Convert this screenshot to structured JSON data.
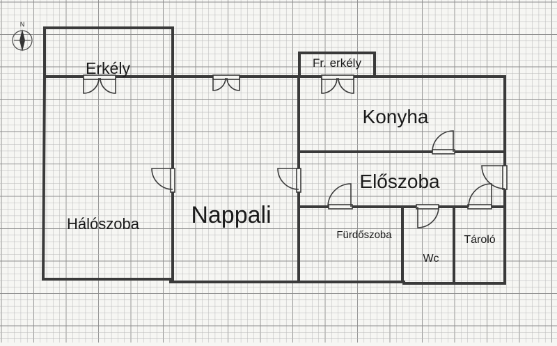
{
  "compass": {
    "letter": "N",
    "icon": "compass-arrow-icon"
  },
  "rooms": {
    "erkely": "Erkély",
    "fr_erkely": "Fr. erkély",
    "konyha": "Konyha",
    "eloszoba": "Előszoba",
    "halo": "Hálószoba",
    "nappali": "Nappali",
    "furdo": "Fürdőszoba",
    "wc": "Wc",
    "tarolo": "Tároló"
  },
  "colors": {
    "background": "#f6f6f3",
    "grid_minor": "#b9b9b9",
    "grid_major": "#8c8c8c",
    "wall": "#3a3a3a"
  }
}
